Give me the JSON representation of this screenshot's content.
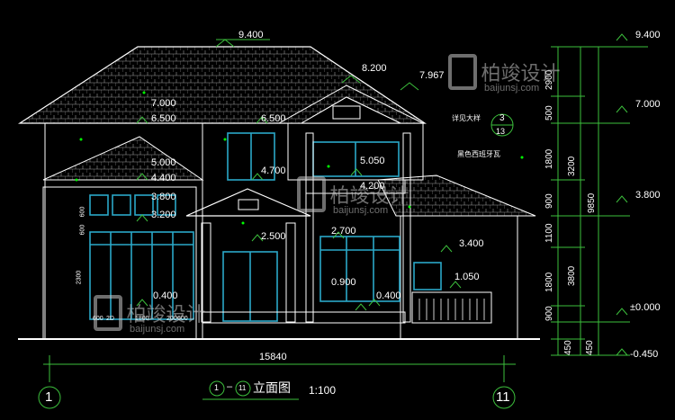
{
  "drawing": {
    "title": "立面图",
    "axis_start": "1",
    "axis_end": "11",
    "scale": "1:100",
    "overall_width": "15840",
    "overall_height": "9850"
  },
  "elevations_left": {
    "ridge": "9.400",
    "eave_upper": "7.000",
    "eave_upper_b": "6.500",
    "mid1": "5.000",
    "mid2": "4.400",
    "mid3": "3.800",
    "mid4": "3.200",
    "ground": "0.400"
  },
  "elevations_center": {
    "ridge2": "8.200",
    "gable": "7.967",
    "upper": "6.500",
    "win_top": "5.050",
    "balcony": "4.700",
    "railing": "4.200",
    "porch_top": "2.700",
    "porch": "2.500",
    "side": "3.400",
    "sill": "1.050",
    "win_sill": "0.900",
    "step": "0.400"
  },
  "elevations_right": [
    "9.400",
    "7.000",
    "3.800",
    "±0.000",
    "-0.450"
  ],
  "dims_right": [
    "2900",
    "500",
    "1800",
    "900",
    "1100",
    "1800",
    "900",
    "450"
  ],
  "dims_right2": [
    "3200",
    "3800",
    "450"
  ],
  "dims_left": [
    "600",
    "600",
    "2300"
  ],
  "dims_bottom": [
    "600",
    "2D",
    "1800",
    "200",
    "600"
  ],
  "notes": {
    "detail": "详见大样",
    "detail_num": "3",
    "detail_sheet": "13",
    "tile": "黑色西班牙瓦"
  },
  "watermark": {
    "brand": "柏竣设计",
    "url": "baijunsj.com"
  },
  "colors": {
    "line": "#ffffff",
    "glass": "#2aa8c8",
    "marker": "#00ff00",
    "dim_green": "#3cbf3c",
    "background": "#000000"
  }
}
